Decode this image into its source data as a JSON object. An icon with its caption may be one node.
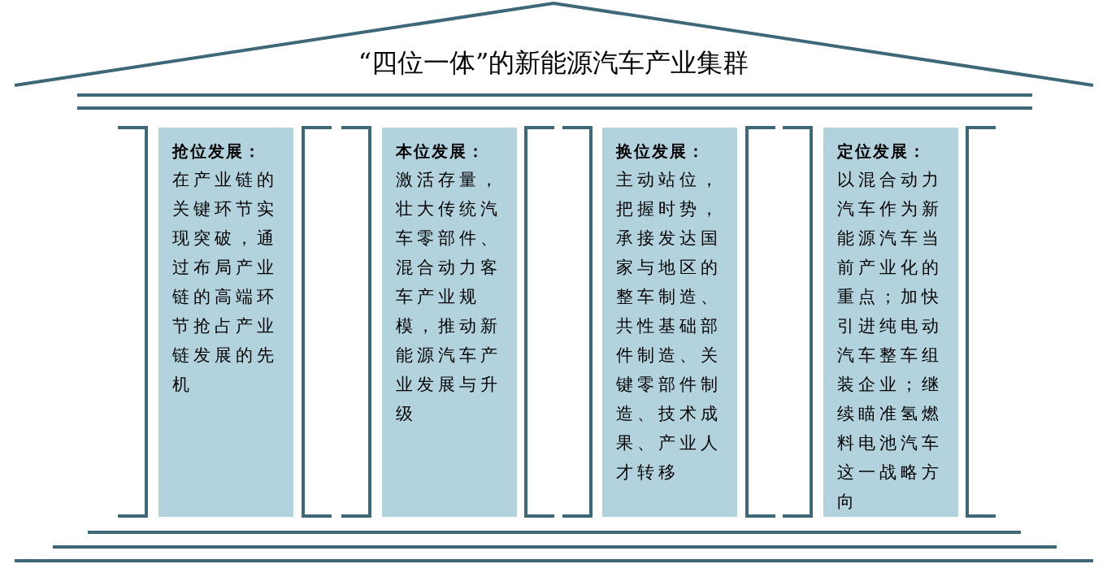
{
  "diagram": {
    "title": "“四位一体”的新能源汽车产业集群",
    "nodes": [
      {
        "text": [
          "抢位发展：",
          "在产业链的关键环节实现突破，通过布局产业链的高端环节抢占产业链发展的先机"
        ]
      },
      {
        "text": [
          "本位发展：",
          "激活存量，壮大传统汽车零部件、混合动力客车产业规模，推动新能源汽车产业发展与升级"
        ]
      },
      {
        "text": [
          "换位发展：",
          "主动站位，把握时势，承接发达国家与地区的整车制造、共性基础部件制造、关键零部件制造、技术成果、产业人才转移"
        ]
      },
      {
        "text": [
          "定位发展：",
          "以混合动力汽车作为新能源汽车当前产业化的重点；加快引进纯电动汽车整车组装企业；继续瞄准氢燃料电池汽车这一战略方向"
        ]
      }
    ],
    "edges": []
  }
}
